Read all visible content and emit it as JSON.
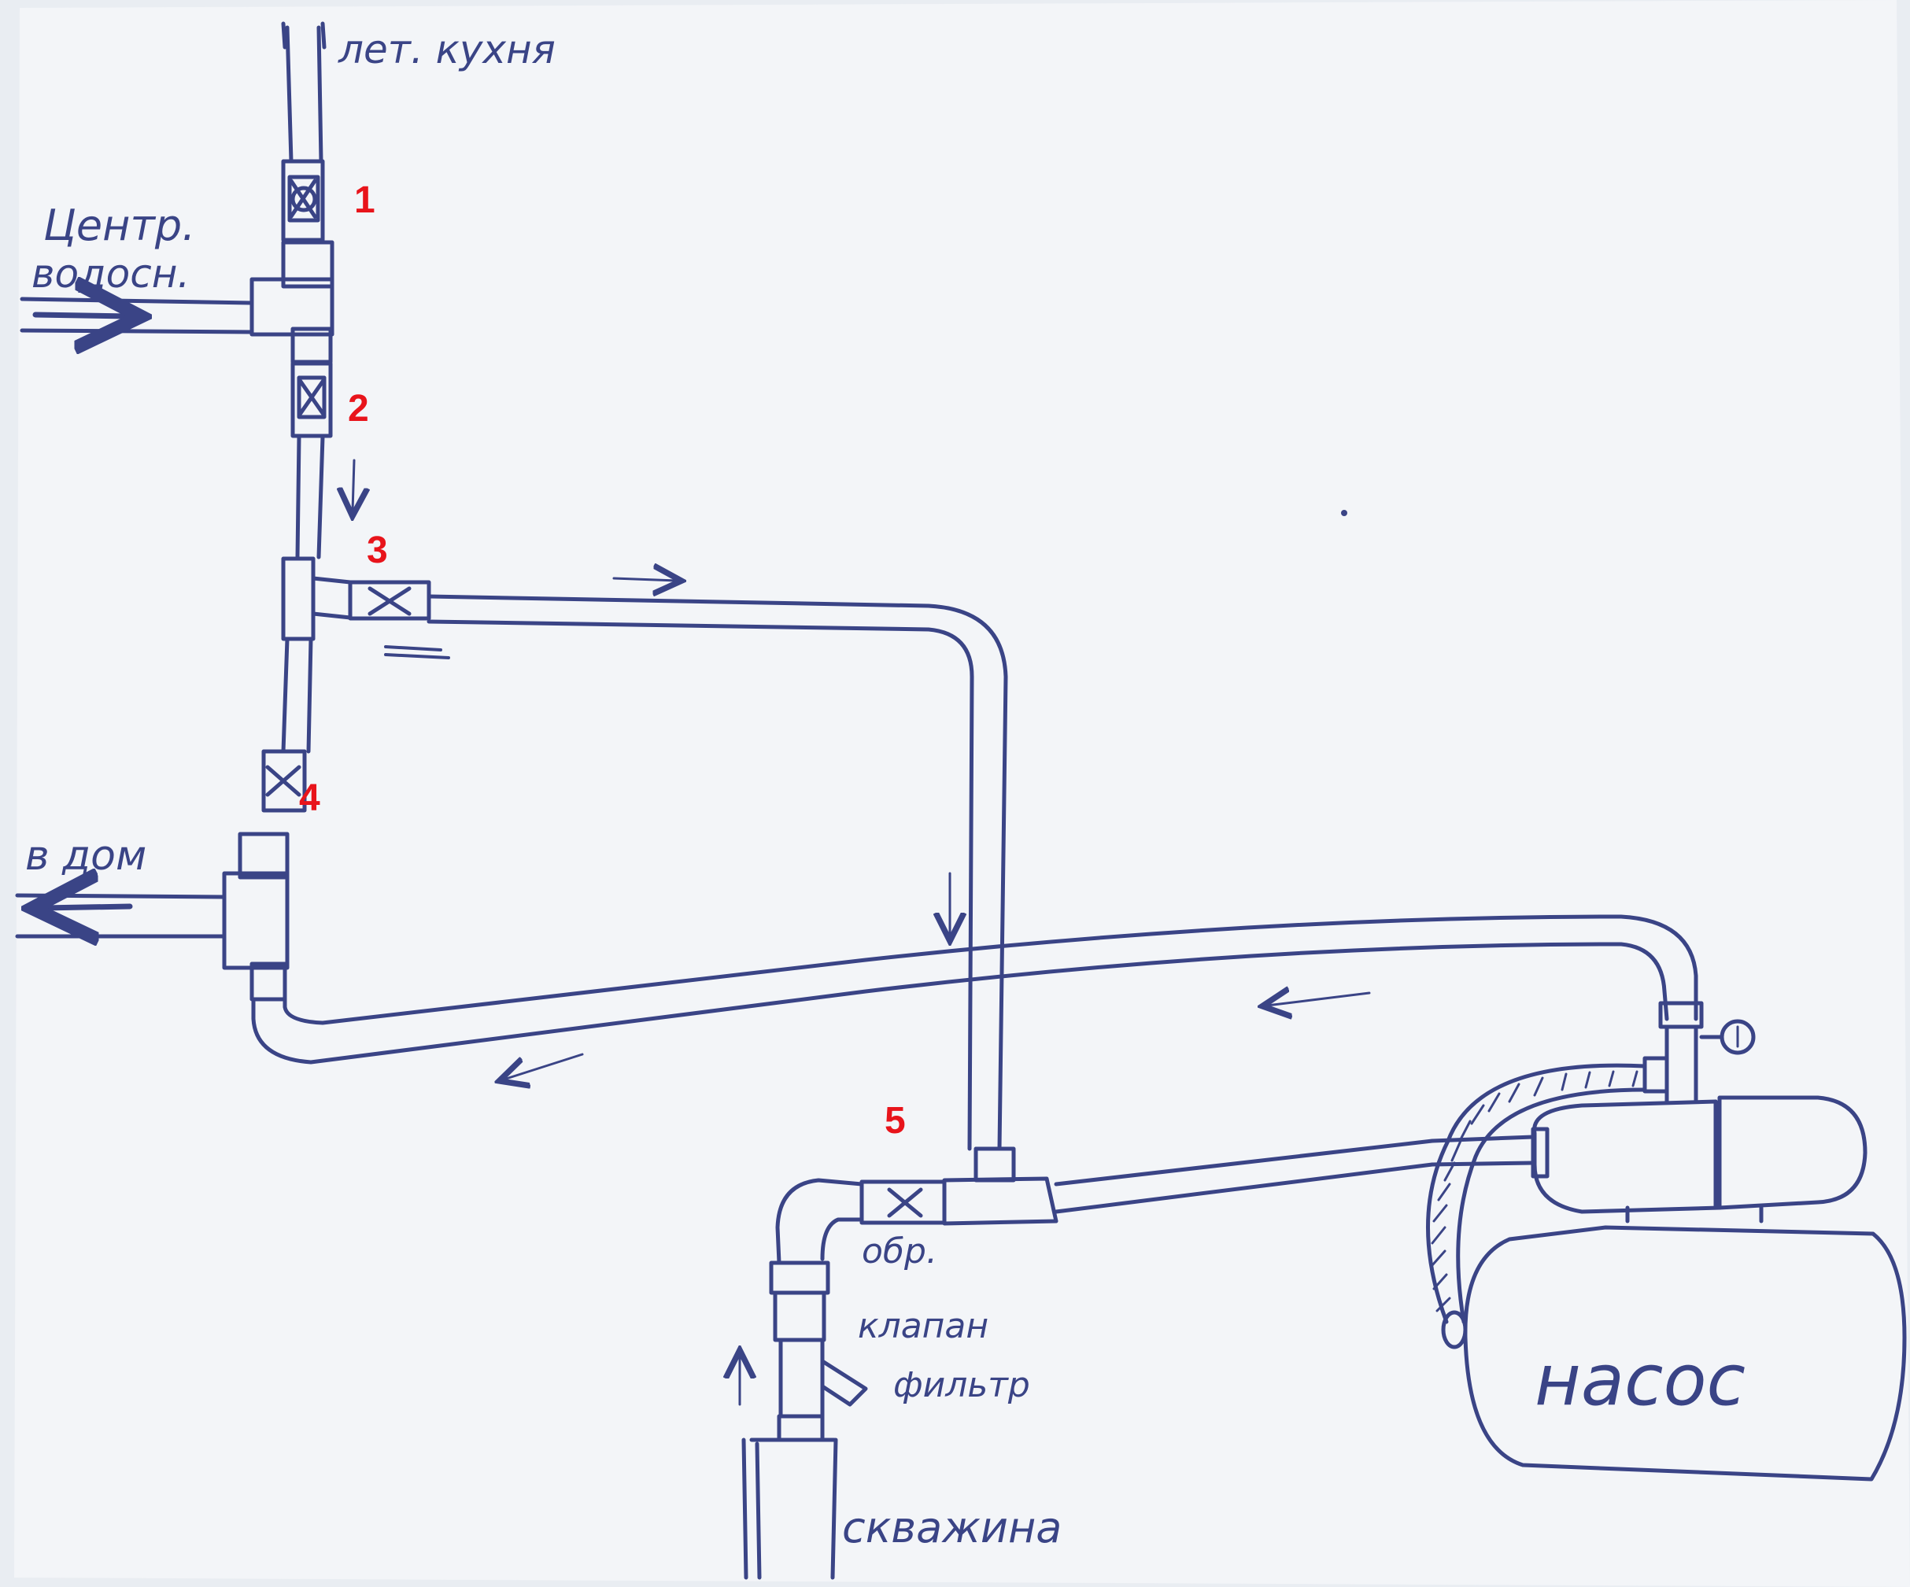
{
  "colors": {
    "paper": "#f3f5f8",
    "background": "#e4e8ee",
    "ink": "#3a4486",
    "number_red": "#e8141b"
  },
  "labels": {
    "summer_kitchen": "лет. кухня",
    "central_water": "Центр.",
    "central_water_2": "водосн.",
    "to_house": "в дом",
    "check_valve_1": "обр.",
    "check_valve_2": "клапан",
    "filter": "фильтр",
    "well": "скважина",
    "pump": "насос"
  },
  "numbers": {
    "n1": "1",
    "n2": "2",
    "n3": "3",
    "n4": "4",
    "n5": "5"
  },
  "icons": {
    "valve": "valve-x-icon",
    "flow_arrow": "flow-arrow-icon",
    "pressure_gauge": "pressure-gauge-icon"
  }
}
